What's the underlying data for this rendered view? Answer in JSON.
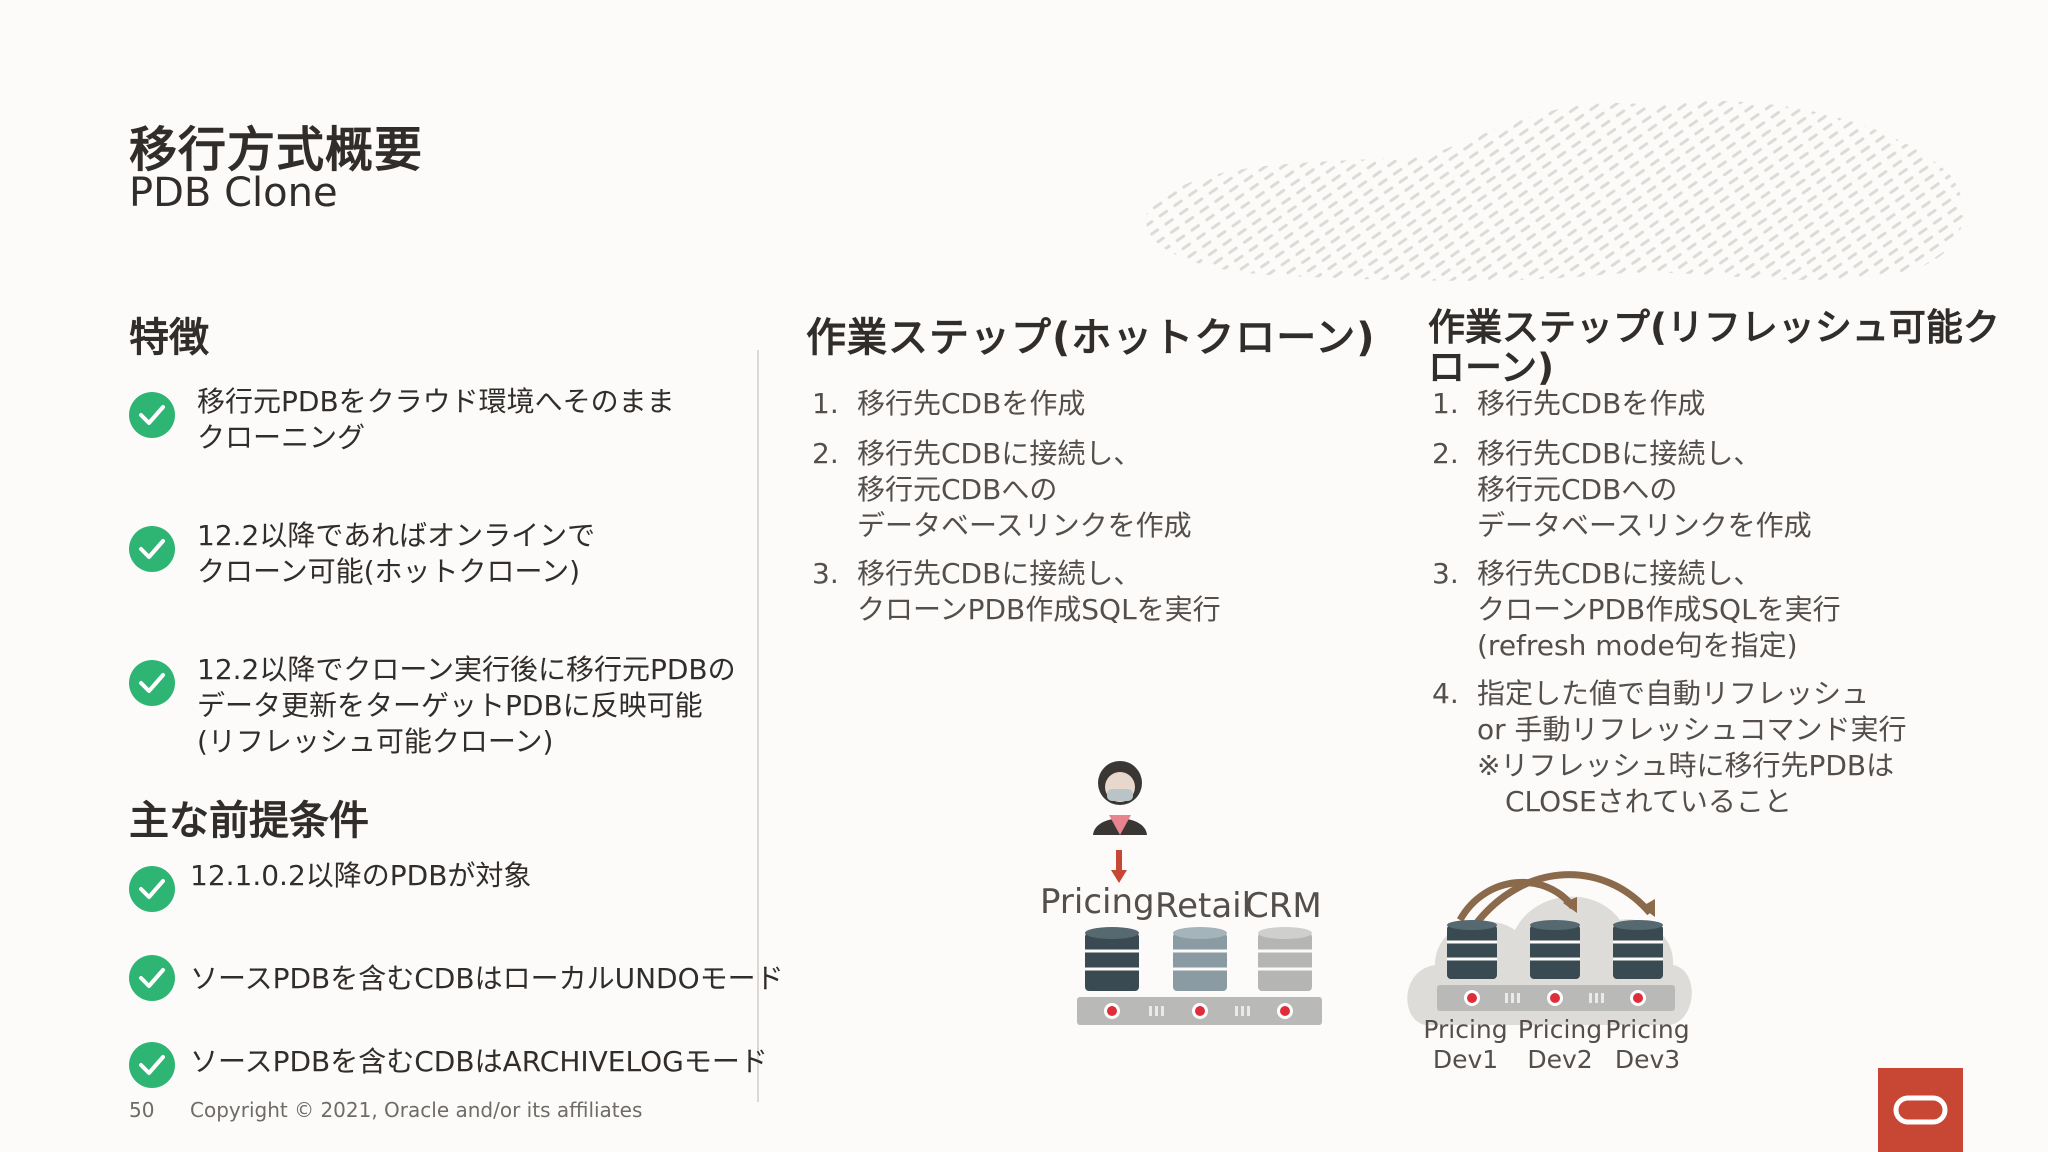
{
  "slide": {
    "title": "移行方式概要",
    "subtitle": "PDB Clone",
    "page_number": "50",
    "copyright": "Copyright © 2021, Oracle and/or its affiliates"
  },
  "features": {
    "heading": "特徴",
    "items": [
      "移行元PDBをクラウド環境へそのまま\nクローニング",
      "12.2以降であればオンラインで\nクローン可能(ホットクローン)",
      "12.2以降でクローン実行後に移行元PDBの\nデータ更新をターゲットPDBに反映可能\n(リフレッシュ可能クローン)"
    ]
  },
  "prereq": {
    "heading": "主な前提条件",
    "items": [
      "12.1.0.2以降のPDBが対象",
      "ソースPDBを含むCDBはローカルUNDOモード",
      "ソースPDBを含むCDBはARCHIVELOGモード"
    ]
  },
  "hot_clone": {
    "heading": "作業ステップ(ホットクローン)",
    "steps": [
      {
        "num": "1.",
        "text": "移行先CDBを作成"
      },
      {
        "num": "2.",
        "text": "移行先CDBに接続し、\n移行元CDBへの\nデータベースリンクを作成"
      },
      {
        "num": "3.",
        "text": "移行先CDBに接続し、\nクローンPDB作成SQLを実行"
      }
    ]
  },
  "refresh_clone": {
    "heading": "作業ステップ(リフレッシュ可能ク\nローン)",
    "steps": [
      {
        "num": "1.",
        "text": "移行先CDBを作成"
      },
      {
        "num": "2.",
        "text": "移行先CDBに接続し、\n移行元CDBへの\nデータベースリンクを作成"
      },
      {
        "num": "3.",
        "text": "移行先CDBに接続し、\nクローンPDB作成SQLを実行\n(refresh mode句を指定)"
      },
      {
        "num": "4.",
        "text": "指定した値で自動リフレッシュ\nor 手動リフレッシュコマンド実行\n※リフレッシュ時に移行先PDBは\n　CLOSEされていること"
      }
    ]
  },
  "diagram_source": {
    "labels": [
      "Pricing",
      "Retail",
      "CRM"
    ],
    "db_colors": [
      "#3a4a52",
      "#8a9ba3",
      "#b5b5b3"
    ]
  },
  "diagram_cloud": {
    "labels": [
      "Pricing\nDev1",
      "Pricing\nDev2",
      "Pricing\nDev3"
    ],
    "db_color": "#3a4a52"
  },
  "colors": {
    "check": "#2fb573",
    "oracle_red": "#c74634",
    "arrow_red": "#c74634",
    "arrow_brown": "#8a6a4a"
  }
}
